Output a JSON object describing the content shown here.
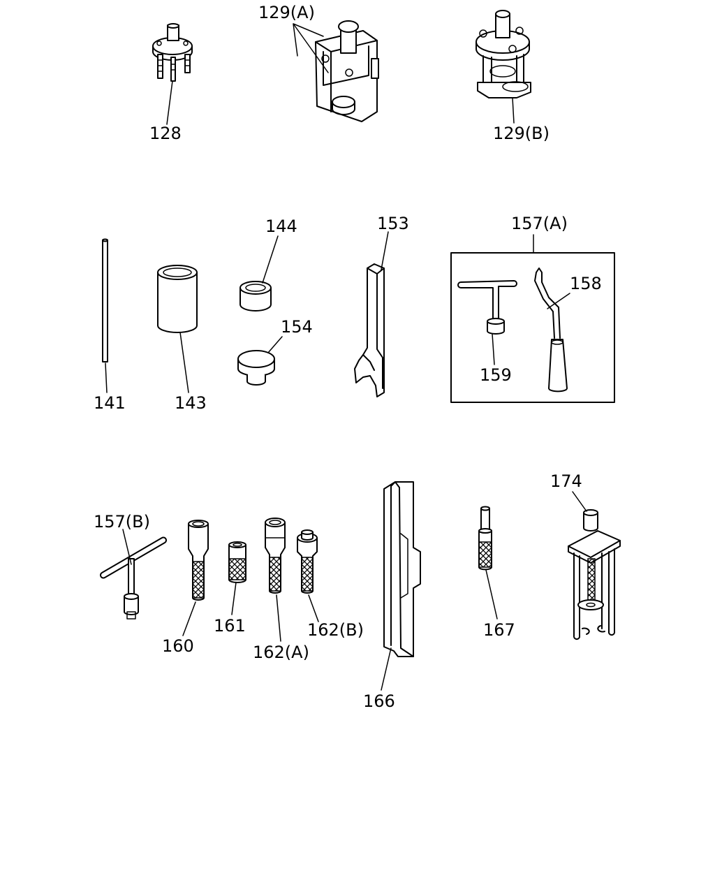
{
  "labels": {
    "p128": "128",
    "p129a": "129(A)",
    "p129b": "129(B)",
    "p141": "141",
    "p143": "143",
    "p144": "144",
    "p153": "153",
    "p154": "154",
    "p157a": "157(A)",
    "p158": "158",
    "p159": "159",
    "p157b": "157(B)",
    "p160": "160",
    "p161": "161",
    "p162a": "162(A)",
    "p162b": "162(B)",
    "p166": "166",
    "p167": "167",
    "p174": "174"
  }
}
